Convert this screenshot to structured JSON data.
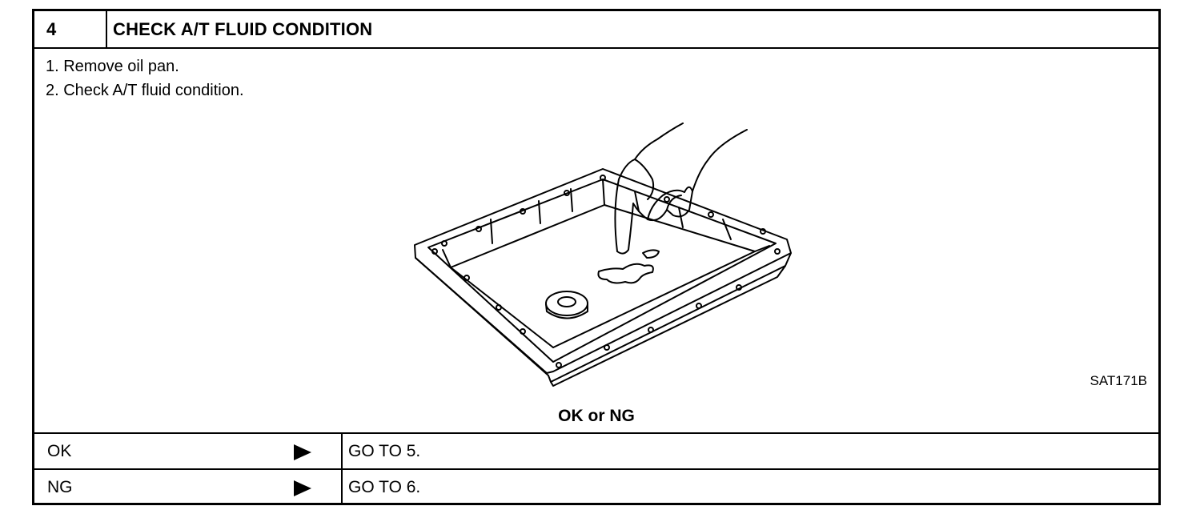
{
  "step": {
    "number": "4",
    "title": "CHECK A/T FLUID CONDITION"
  },
  "instructions": [
    "1. Remove oil pan.",
    "2. Check A/T fluid condition."
  ],
  "figure": {
    "code": "SAT171B",
    "description_icon": "oil-pan-with-finger-illustration"
  },
  "decision": {
    "title": "OK or NG",
    "rows": [
      {
        "result": "OK",
        "action": "GO TO 5."
      },
      {
        "result": "NG",
        "action": "GO TO 6."
      }
    ]
  }
}
